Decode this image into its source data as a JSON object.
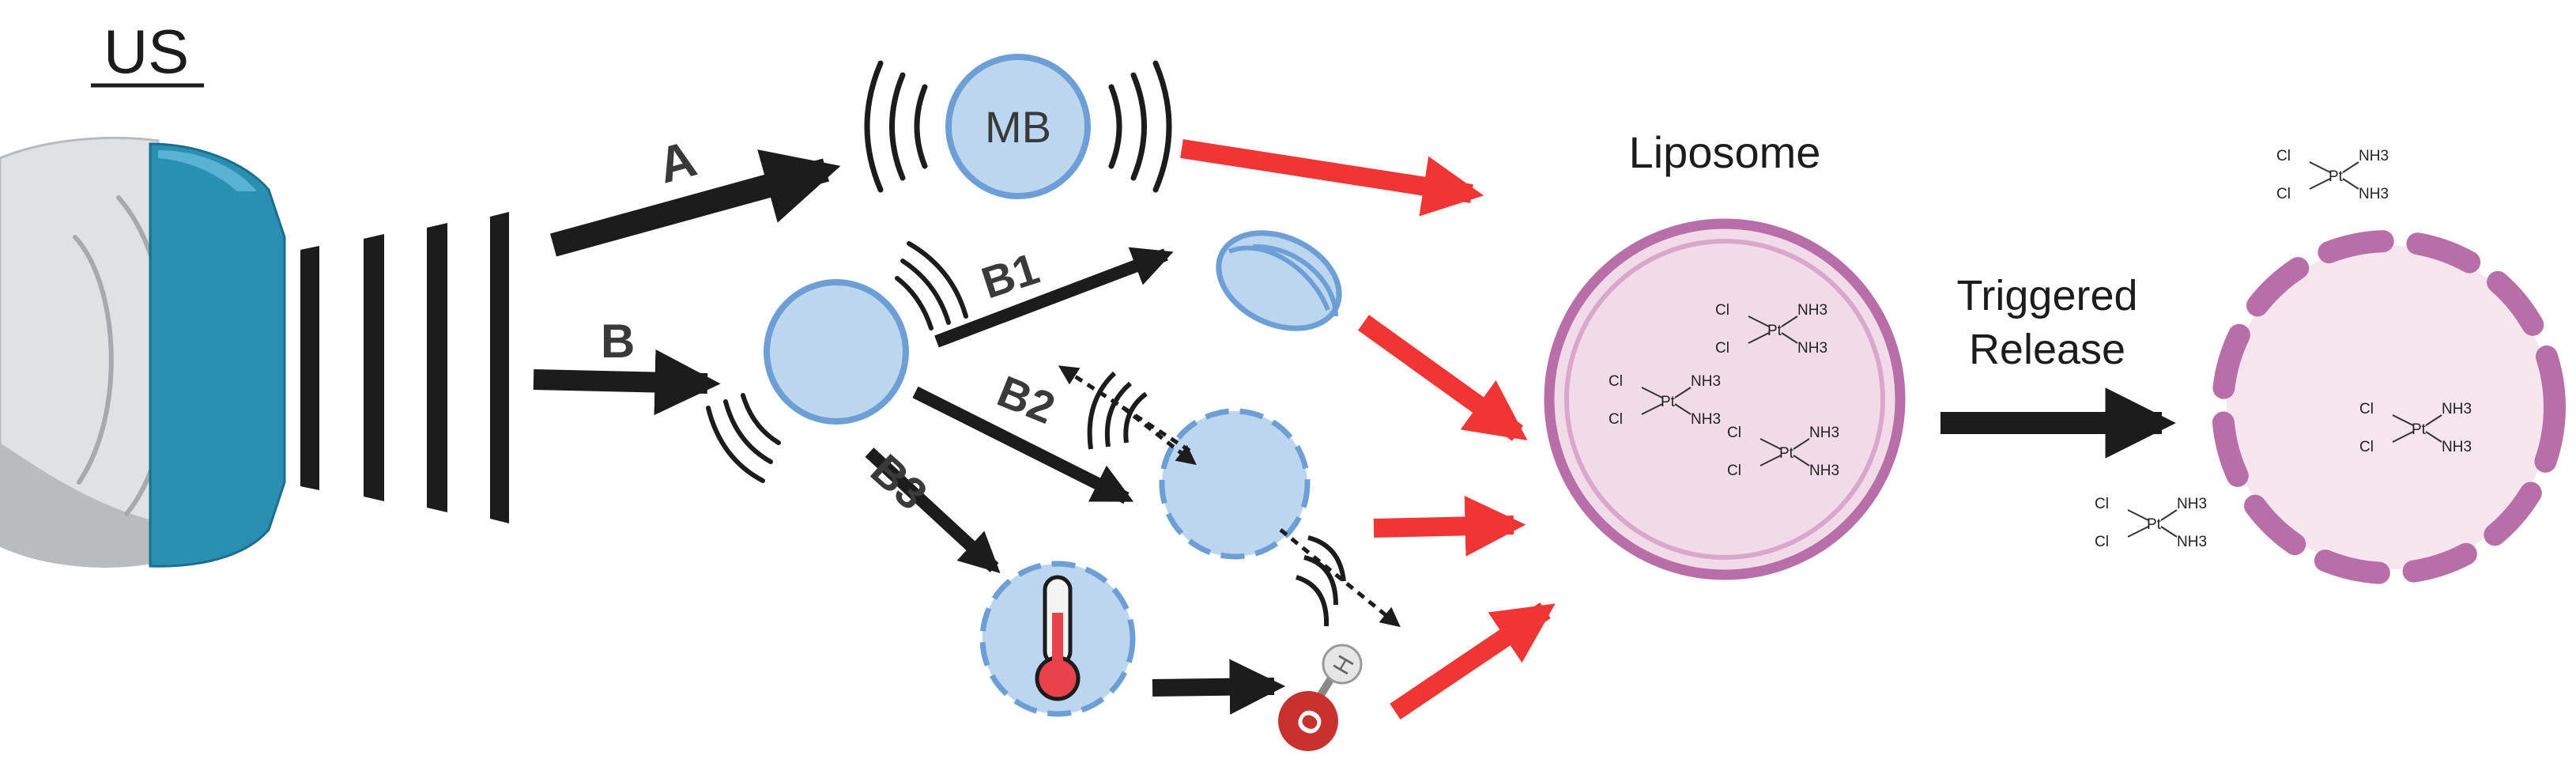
{
  "labels": {
    "us": "US",
    "path_a": "A",
    "path_b": "B",
    "path_b1": "B1",
    "path_b2": "B2",
    "path_b3": "B3",
    "microbubble": "MB",
    "liposome": "Liposome",
    "triggered_release_line1": "Triggered",
    "triggered_release_line2": "Release",
    "hydroxyl_o": "O",
    "hydroxyl_h": "H"
  },
  "cisplatin": {
    "cl": "Cl",
    "pt": "Pt",
    "nh3": "NH3"
  },
  "colors": {
    "transducer_blue": "#2a8fb3",
    "transducer_gray": "#dfe1e3",
    "bubble_fill": "#bcd6ef",
    "bubble_stroke": "#6d9fd6",
    "liposome_fill": "#f1dbe8",
    "liposome_stroke": "#b86ea6",
    "arrow_black": "#1c1c1c",
    "arrow_red": "#f03535",
    "thermometer_red": "#e8434c",
    "oxygen_red": "#c8322e"
  }
}
